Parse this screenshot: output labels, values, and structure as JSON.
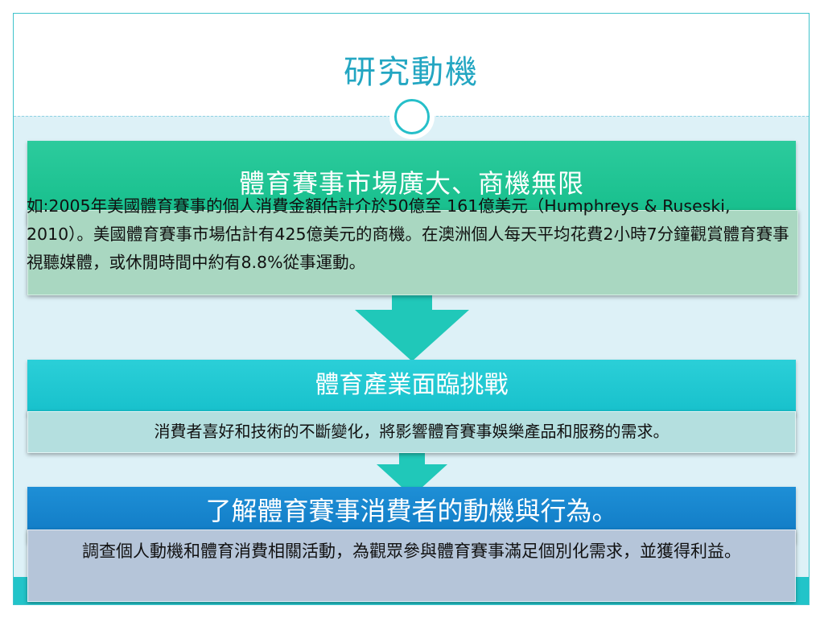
{
  "slide": {
    "title": "研究動機",
    "sections": [
      {
        "heading": "體育賽事市場廣大、商機無限",
        "body": "如:2005年美國體育賽事的個人消費金額估計介於50億至 161億美元（Humphreys & Ruseski, 2010）。美國體育賽事市場估計有425億美元的商機。在澳洲個人每天平均花費2小時7分鐘觀賞體育賽事視聽媒體，或休閒時間中約有8.8%從事運動。"
      },
      {
        "heading": "體育產業面臨挑戰",
        "body": "消費者喜好和技術的不斷變化，將影響體育賽事娛樂產品和服務的需求。"
      },
      {
        "heading": "了解體育賽事消費者的動機與行為。",
        "body": "調查個人動機和體育消費相關活動，為觀眾參與體育賽事滿足個別化需求，並獲得利益。"
      }
    ]
  },
  "colors": {
    "title": "#23a6c2",
    "section1": "#1fc495",
    "section2": "#1ec6cf",
    "section3": "#1584cc",
    "arrow": "#20c8b9"
  },
  "icons": [
    "ring-icon",
    "down-arrow-icon"
  ]
}
